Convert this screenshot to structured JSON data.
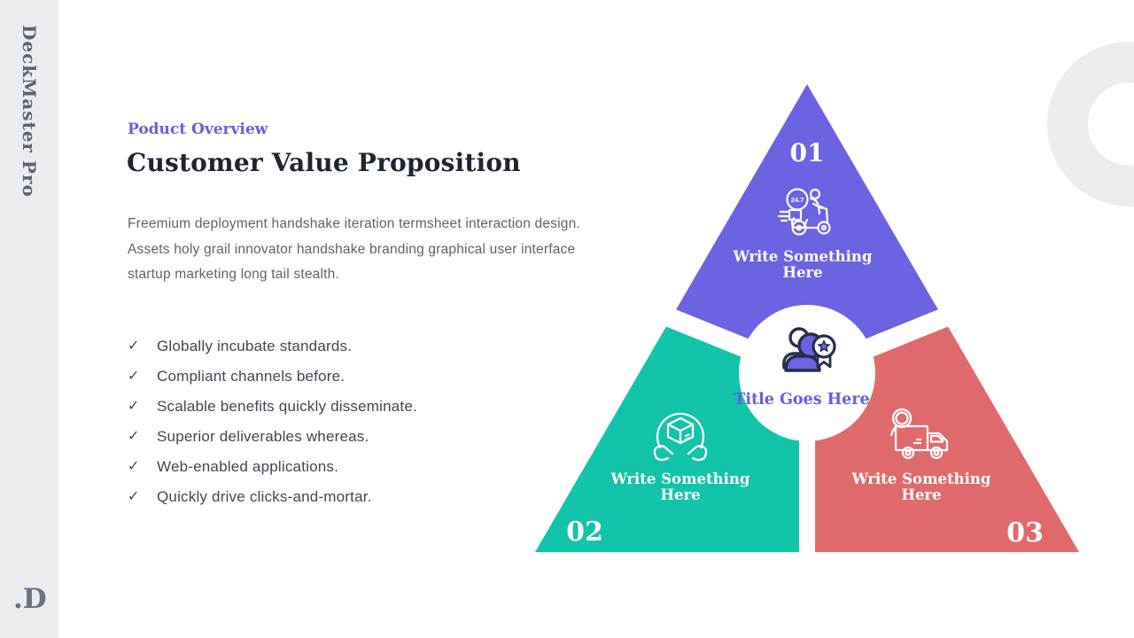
{
  "sidebar": {
    "brand": "DeckMaster Pro",
    "logo": ".D"
  },
  "header": {
    "eyebrow": "Poduct Overview",
    "title": "Customer Value Proposition"
  },
  "intro": "Freemium deployment handshake iteration termsheet interaction design. Assets holy grail innovator handshake branding graphical user interface startup marketing long tail stealth.",
  "ui": {
    "check_glyph": "✓"
  },
  "checklist": [
    "Globally incubate standards.",
    "Compliant channels before.",
    "Scalable benefits quickly disseminate.",
    "Superior deliverables whereas.",
    "Web-enabled applications.",
    "Quickly drive clicks-and-mortar."
  ],
  "diagram": {
    "center": {
      "label": "Title Goes Here",
      "icon": "person-badge-star-icon"
    },
    "segments": [
      {
        "number": "01",
        "label_lines": [
          "Write Something",
          "Here"
        ],
        "icon": "delivery-scooter-24-7-icon",
        "icon_badge": "24.7",
        "color": "#6b63e1"
      },
      {
        "number": "02",
        "label_lines": [
          "Write Something",
          "Here"
        ],
        "icon": "hands-holding-box-icon",
        "color": "#12c4a9"
      },
      {
        "number": "03",
        "label_lines": [
          "Write Something",
          "Here"
        ],
        "icon": "delivery-truck-search-icon",
        "color": "#e16a6f"
      }
    ]
  },
  "colors": {
    "accent_purple": "#6b63e1",
    "accent_teal": "#12c4a9",
    "accent_coral": "#e16a6f",
    "eyebrow_purple": "#675ce5",
    "title_dark": "#1e2433",
    "sidebar_bg": "#eaecf0",
    "ring_gray": "#ecedf1",
    "icon_outline_navy": "#272d4e"
  }
}
